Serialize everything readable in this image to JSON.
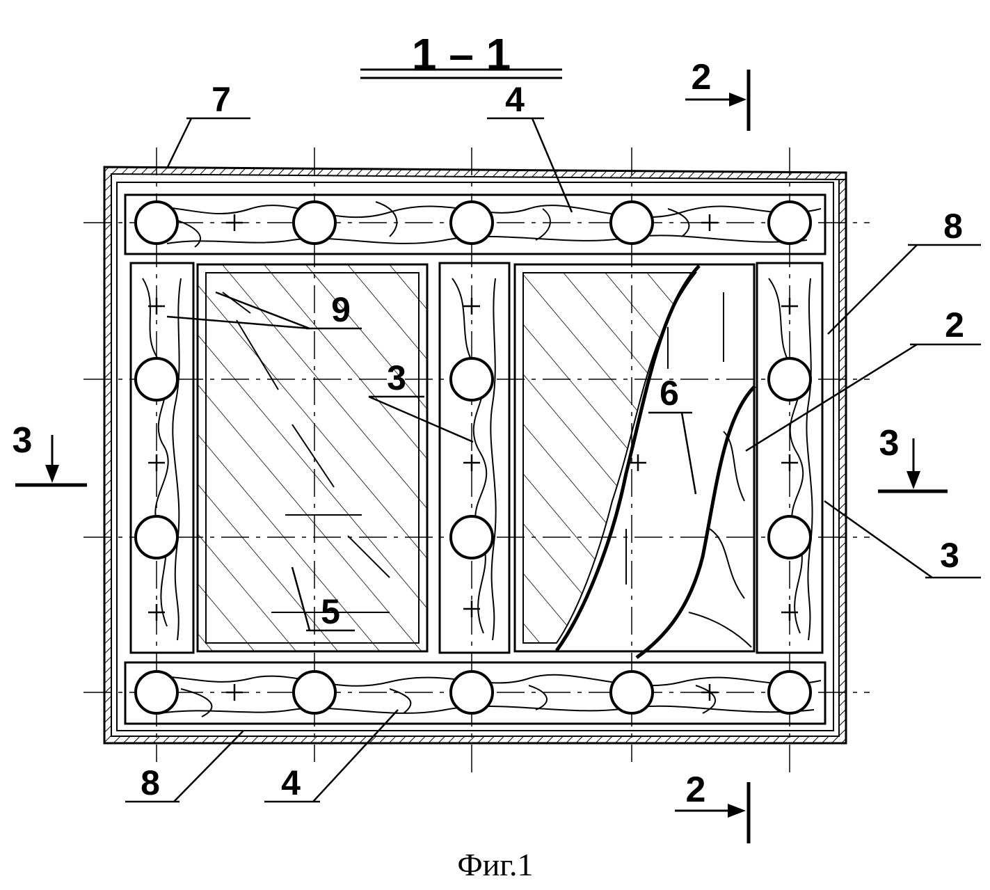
{
  "section_title": "1 – 1",
  "caption": "Фиг.1",
  "section_marks": {
    "top": "2",
    "bottom": "2",
    "left": "3",
    "right": "3"
  },
  "callouts": [
    {
      "id": "c7",
      "text": "7"
    },
    {
      "id": "c4top",
      "text": "4"
    },
    {
      "id": "c8right",
      "text": "8"
    },
    {
      "id": "c2right",
      "text": "2"
    },
    {
      "id": "c3right",
      "text": "3"
    },
    {
      "id": "c9",
      "text": "9"
    },
    {
      "id": "c3mid",
      "text": "3"
    },
    {
      "id": "c6",
      "text": "6"
    },
    {
      "id": "c5",
      "text": "5"
    },
    {
      "id": "c8bottom",
      "text": "8"
    },
    {
      "id": "c4bottom",
      "text": "4"
    }
  ]
}
